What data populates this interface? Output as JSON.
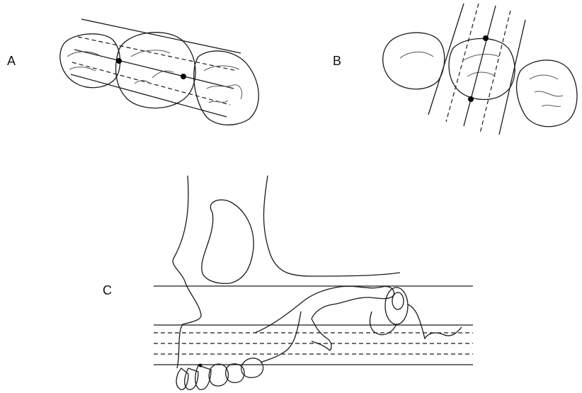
{
  "panels": {
    "a": {
      "label": "A"
    },
    "b": {
      "label": "B"
    },
    "c": {
      "label": "C"
    }
  },
  "colors": {
    "stroke": "#1a1a1a",
    "background": "#ffffff"
  }
}
